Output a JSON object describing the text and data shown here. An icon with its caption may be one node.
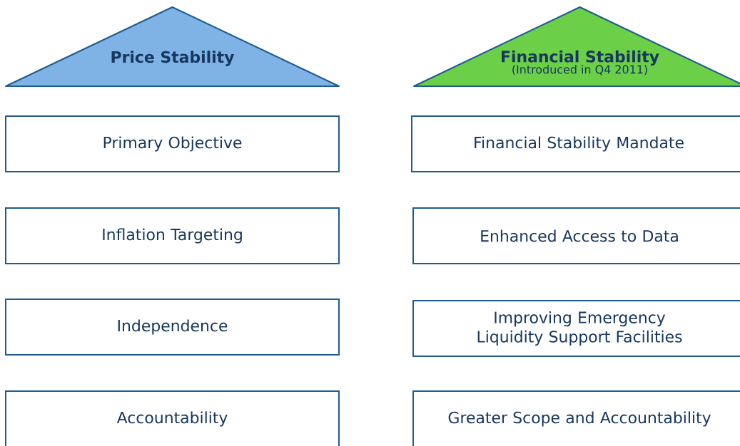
{
  "diagram": {
    "nodes": [
      {
        "text": [
          "Price Stability"
        ]
      },
      {
        "text": [
          "Financial Stability",
          "(Introduced in Q4 2011)"
        ]
      },
      {
        "text": [
          "Primary Objective"
        ]
      },
      {
        "text": [
          "Inflation Targeting"
        ]
      },
      {
        "text": [
          "Independence"
        ]
      },
      {
        "text": [
          "Accountability"
        ]
      },
      {
        "text": [
          "Financial Stability Mandate"
        ]
      },
      {
        "text": [
          "Enhanced Access to Data"
        ]
      },
      {
        "text": [
          "Improving Emergency Liquidity Support Facilities"
        ]
      },
      {
        "text": [
          "Greater Scope and Accountability"
        ]
      }
    ]
  }
}
